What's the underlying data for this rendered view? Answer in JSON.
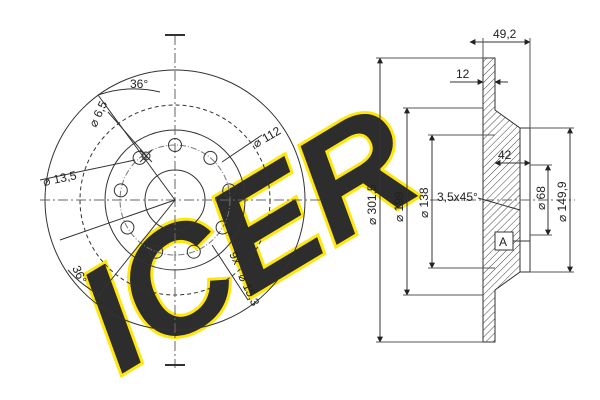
{
  "brand": {
    "logo_text": "ICER",
    "logo_fill": "#5a55d6",
    "logo_stroke": "#ffe600"
  },
  "front_view": {
    "angle_top": "36°",
    "angle_bottom": "36°",
    "hole_small": "⌀ 6,5",
    "hole_mount": "⌀ 13,5",
    "pcd": "⌀ 112",
    "bolt_count": "9x",
    "bolt_hole": "⌀ 15,3"
  },
  "side_view": {
    "total_thickness": "49,2",
    "disc_thickness": "12",
    "hub_depth": "42",
    "chamfer": "3,5x45°",
    "outer_diameter": "⌀ 301,5",
    "inner_diameter_199": "⌀ 199",
    "inner_diameter_138": "⌀ 138",
    "hub_bore": "⌀ 68",
    "hub_diameter": "⌀ 149,9",
    "datum": "A"
  },
  "colors": {
    "line": "#333333",
    "thin": "#555555"
  }
}
